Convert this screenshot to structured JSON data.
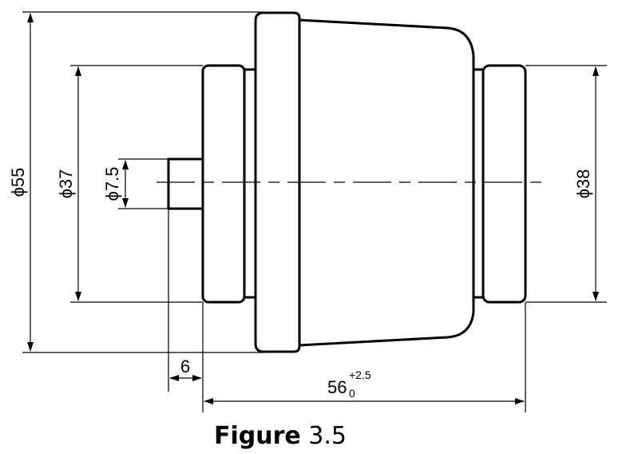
{
  "dimensions": {
    "d55": "ϕ55",
    "d37": "ϕ37",
    "d7_5": "ϕ7.5",
    "d38": "ϕ38",
    "len6": "6",
    "len56_base": "56",
    "len56_upper": "+2.5",
    "len56_lower": "0"
  },
  "caption": {
    "word": "Figure",
    "number": "3.5"
  }
}
